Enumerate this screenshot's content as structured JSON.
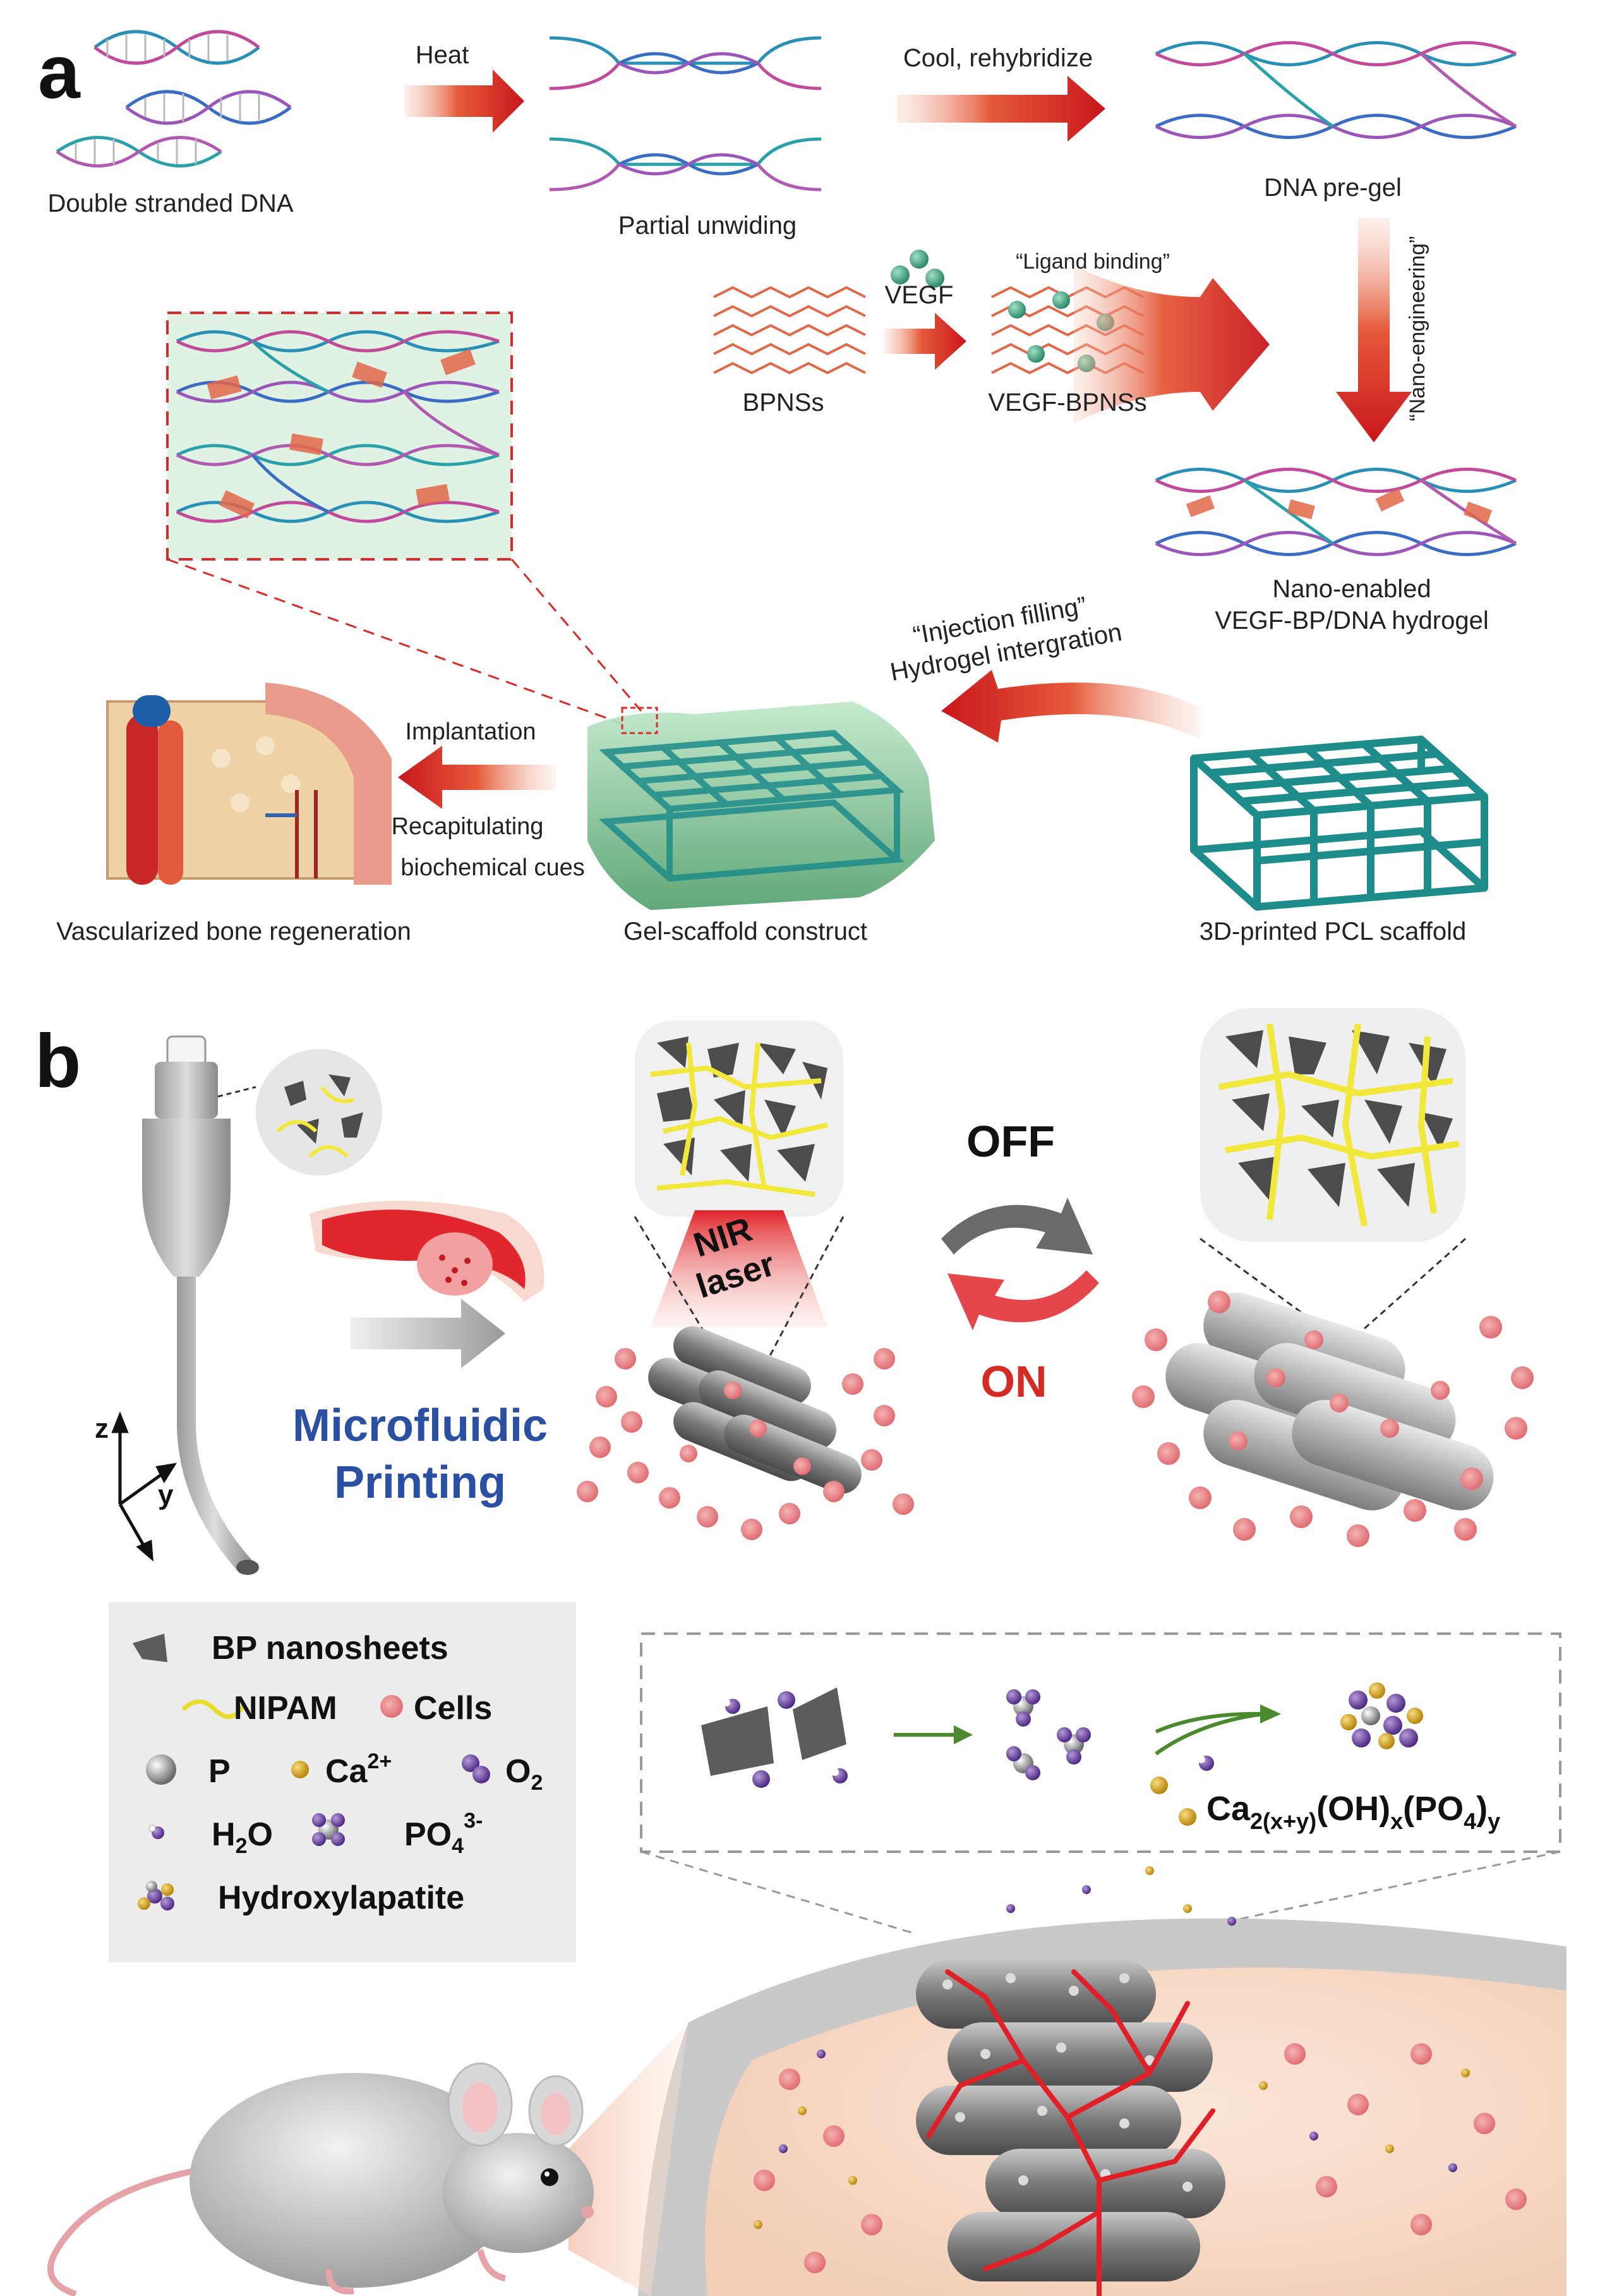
{
  "panel_a": {
    "letter": "a",
    "dna_double": "Double stranded DNA",
    "heat": "Heat",
    "partial_unwinding": "Partial unwiding",
    "cool": "Cool, rehybridize",
    "pregel": "DNA pre-gel",
    "nano_eng": "“Nano-engineering”",
    "vegf": "VEGF",
    "ligand": "“Ligand binding”",
    "bpnss": "BPNSs",
    "vegf_bpnss": "VEGF-BPNSs",
    "nano_enabled_1": "Nano-enabled",
    "nano_enabled_2": "VEGF-BP/DNA hydrogel",
    "injection_1": "“Injection filling”",
    "injection_2": "Hydrogel intergration",
    "implantation": "Implantation",
    "recap_1": "Recapitulating",
    "recap_2": "biochemical cues",
    "vascularized": "Vascularized bone regeneration",
    "gel_scaffold": "Gel-scaffold construct",
    "pcl": "3D-printed PCL scaffold"
  },
  "panel_b": {
    "letter": "b",
    "axis_z": "z",
    "axis_y": "y",
    "microfluidic_1": "Microfluidic",
    "microfluidic_2": "Printing",
    "nir_1": "NIR",
    "nir_2": "laser",
    "off": "OFF",
    "on": "ON",
    "legend": {
      "bp": "BP nanosheets",
      "nipam": "NIPAM",
      "cells": "Cells",
      "p": "P",
      "ca": "Ca",
      "ca_sup": "2+",
      "o": "O",
      "o_sub": "2",
      "h2o_h": "H",
      "h2o_sub": "2",
      "h2o_o": "O",
      "po": "PO",
      "po_sub": "4",
      "po_sup": "3-",
      "hydroxy": "Hydroxylapatite"
    },
    "formula": {
      "ca": "Ca",
      "ca_sub": "2(x+y)",
      "oh": "(OH)",
      "oh_sub": "x",
      "po": "(PO",
      "po_sub": "4",
      "po_close": ")",
      "po_close_sub": "y"
    }
  },
  "colors": {
    "red_arrow": "#d42a24",
    "dark_red": "#a9151a",
    "teal_scaffold": "#1e8c8a",
    "blue_text": "#2b4fa3",
    "cell_pink": "#e8777a",
    "bp_gray": "#5c5c5c",
    "nipam_yellow": "#f2e83c",
    "purple": "#6a3fa0",
    "gold": "#d8a51e",
    "green_arrow": "#4a8a2c"
  }
}
